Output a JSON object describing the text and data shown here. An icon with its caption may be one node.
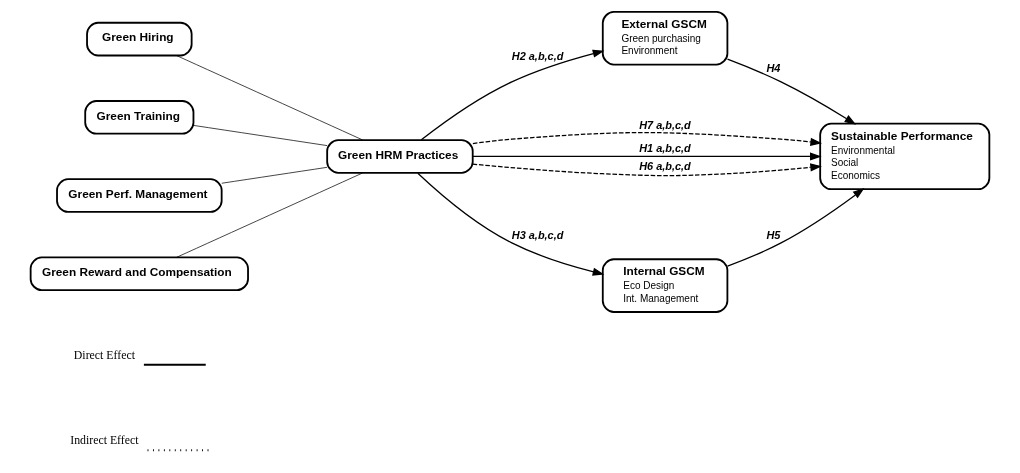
{
  "diagram": {
    "nodes": [
      {
        "text": [
          "Green Hiring"
        ]
      },
      {
        "text": [
          "Green Training"
        ]
      },
      {
        "text": [
          "Green Perf. Management"
        ]
      },
      {
        "text": [
          "Green Reward and Compensation"
        ]
      },
      {
        "text": [
          "Green HRM Practices"
        ]
      },
      {
        "text": [
          "External GSCM",
          "Green purchasing",
          "Environment"
        ]
      },
      {
        "text": [
          "Sustainable Performance",
          "Environmental",
          "Social",
          "Economics"
        ]
      },
      {
        "text": [
          "Internal GSCM",
          "Eco Design",
          "Int. Management"
        ]
      }
    ],
    "edges": [
      {
        "from": 0,
        "to": 4,
        "arrow": "none"
      },
      {
        "from": 1,
        "to": 4,
        "arrow": "none"
      },
      {
        "from": 2,
        "to": 4,
        "arrow": "none"
      },
      {
        "from": 3,
        "to": 4,
        "arrow": "none"
      },
      {
        "from": 4,
        "to": 5,
        "arrow": "to",
        "label": "H2 a,b,c,d"
      },
      {
        "from": 5,
        "to": 6,
        "arrow": "to",
        "label": "H4"
      },
      {
        "from": 4,
        "to": 6,
        "arrow": "to",
        "label": "H7 a,b,c,d",
        "style": "dashed"
      },
      {
        "from": 4,
        "to": 6,
        "arrow": "to",
        "label": "H1 a,b,c,d"
      },
      {
        "from": 4,
        "to": 6,
        "arrow": "to",
        "label": "H6 a,b,c,d",
        "style": "dashed"
      },
      {
        "from": 4,
        "to": 7,
        "arrow": "to",
        "label": "H3 a,b,c,d"
      },
      {
        "from": 7,
        "to": 6,
        "arrow": "to",
        "label": "H5"
      }
    ],
    "legend": [
      {
        "text": "Direct Effect"
      },
      {
        "text": "Indirect Effect"
      }
    ]
  }
}
